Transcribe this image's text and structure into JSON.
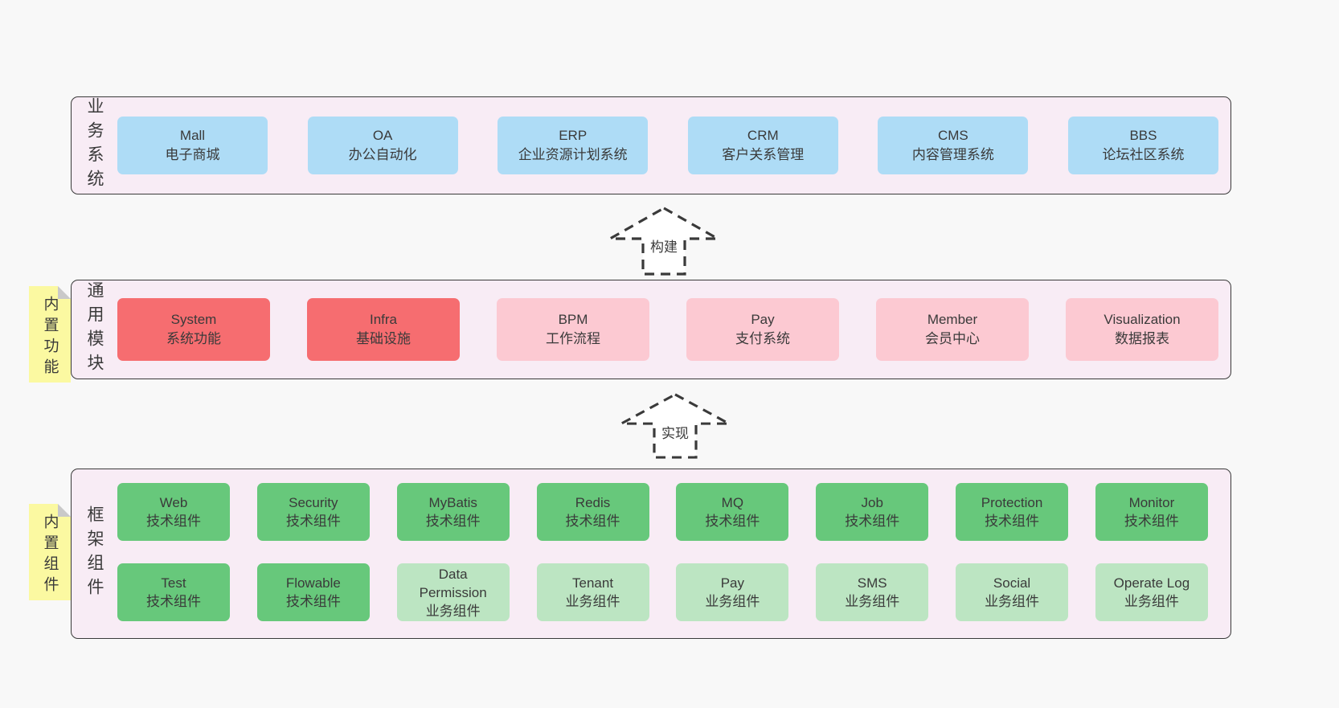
{
  "colors": {
    "page_bg": "#f8f8f8",
    "panel_bg": "#f8ecf5",
    "panel_border": "#3a3a3a",
    "text": "#3a3a3a",
    "blue": "#aedcf6",
    "red": "#f66d70",
    "pink": "#fcc9d2",
    "green": "#67c87b",
    "lightgreen": "#bce5c2",
    "note_bg": "#fbf9a1",
    "note_fold": "#c9c9c9",
    "arrow_fill": "#ffffff"
  },
  "arrows": [
    {
      "label": "构建"
    },
    {
      "label": "实现"
    }
  ],
  "sections": [
    {
      "id": "business-systems",
      "side_label": "业务系统",
      "rows": [
        [
          {
            "name": "Mall",
            "desc": "电子商城",
            "color": "blue"
          },
          {
            "name": "OA",
            "desc": "办公自动化",
            "color": "blue"
          },
          {
            "name": "ERP",
            "desc": "企业资源计划系统",
            "color": "blue"
          },
          {
            "name": "CRM",
            "desc": "客户关系管理",
            "color": "blue"
          },
          {
            "name": "CMS",
            "desc": "内容管理系统",
            "color": "blue"
          },
          {
            "name": "BBS",
            "desc": "论坛社区系统",
            "color": "blue"
          }
        ]
      ]
    },
    {
      "id": "common-modules",
      "side_label": "通用模块",
      "note": "内置功能",
      "rows": [
        [
          {
            "name": "System",
            "desc": "系统功能",
            "color": "red"
          },
          {
            "name": "Infra",
            "desc": "基础设施",
            "color": "red"
          },
          {
            "name": "BPM",
            "desc": "工作流程",
            "color": "pink"
          },
          {
            "name": "Pay",
            "desc": "支付系统",
            "color": "pink"
          },
          {
            "name": "Member",
            "desc": "会员中心",
            "color": "pink"
          },
          {
            "name": "Visualization",
            "desc": "数据报表",
            "color": "pink"
          }
        ]
      ]
    },
    {
      "id": "framework-components",
      "side_label": "框架组件",
      "note": "内置组件",
      "rows": [
        [
          {
            "name": "Web",
            "desc": "技术组件",
            "color": "green"
          },
          {
            "name": "Security",
            "desc": "技术组件",
            "color": "green"
          },
          {
            "name": "MyBatis",
            "desc": "技术组件",
            "color": "green"
          },
          {
            "name": "Redis",
            "desc": "技术组件",
            "color": "green"
          },
          {
            "name": "MQ",
            "desc": "技术组件",
            "color": "green"
          },
          {
            "name": "Job",
            "desc": "技术组件",
            "color": "green"
          },
          {
            "name": "Protection",
            "desc": "技术组件",
            "color": "green"
          },
          {
            "name": "Monitor",
            "desc": "技术组件",
            "color": "green"
          }
        ],
        [
          {
            "name": "Test",
            "desc": "技术组件",
            "color": "green"
          },
          {
            "name": "Flowable",
            "desc": "技术组件",
            "color": "green"
          },
          {
            "name": "Data Permission",
            "desc": "业务组件",
            "color": "lightgreen"
          },
          {
            "name": "Tenant",
            "desc": "业务组件",
            "color": "lightgreen"
          },
          {
            "name": "Pay",
            "desc": "业务组件",
            "color": "lightgreen"
          },
          {
            "name": "SMS",
            "desc": "业务组件",
            "color": "lightgreen"
          },
          {
            "name": "Social",
            "desc": "业务组件",
            "color": "lightgreen"
          },
          {
            "name": "Operate Log",
            "desc": "业务组件",
            "color": "lightgreen"
          }
        ]
      ]
    }
  ]
}
